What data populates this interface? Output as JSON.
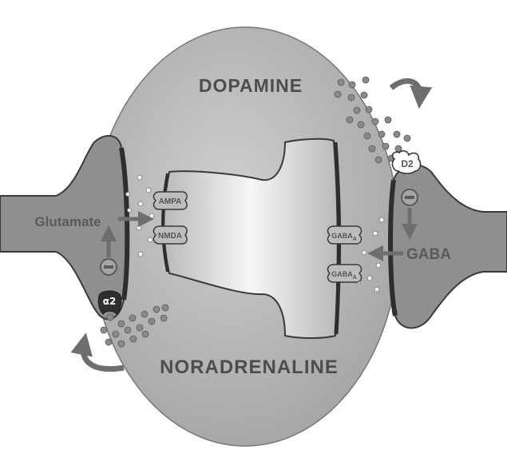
{
  "labels": {
    "dopamine": "DOPAMINE",
    "noradrenaline": "NORADRENALINE",
    "glutamate": "Glutamate",
    "gaba": "GABA"
  },
  "receptors": {
    "ampa": "AMPA",
    "nmda": "NMDA",
    "gaba_a_1": "GABA",
    "gaba_a_2": "GABA",
    "gaba_a_subscript": "A",
    "d2": "D2",
    "alpha2": "α2"
  },
  "colors": {
    "ellipse": "#b3b3b3",
    "terminal": "#8f8f8f",
    "dark": "#3a3a3a",
    "arrow": "#6e6e6e",
    "dots": "#8a8a8a"
  }
}
